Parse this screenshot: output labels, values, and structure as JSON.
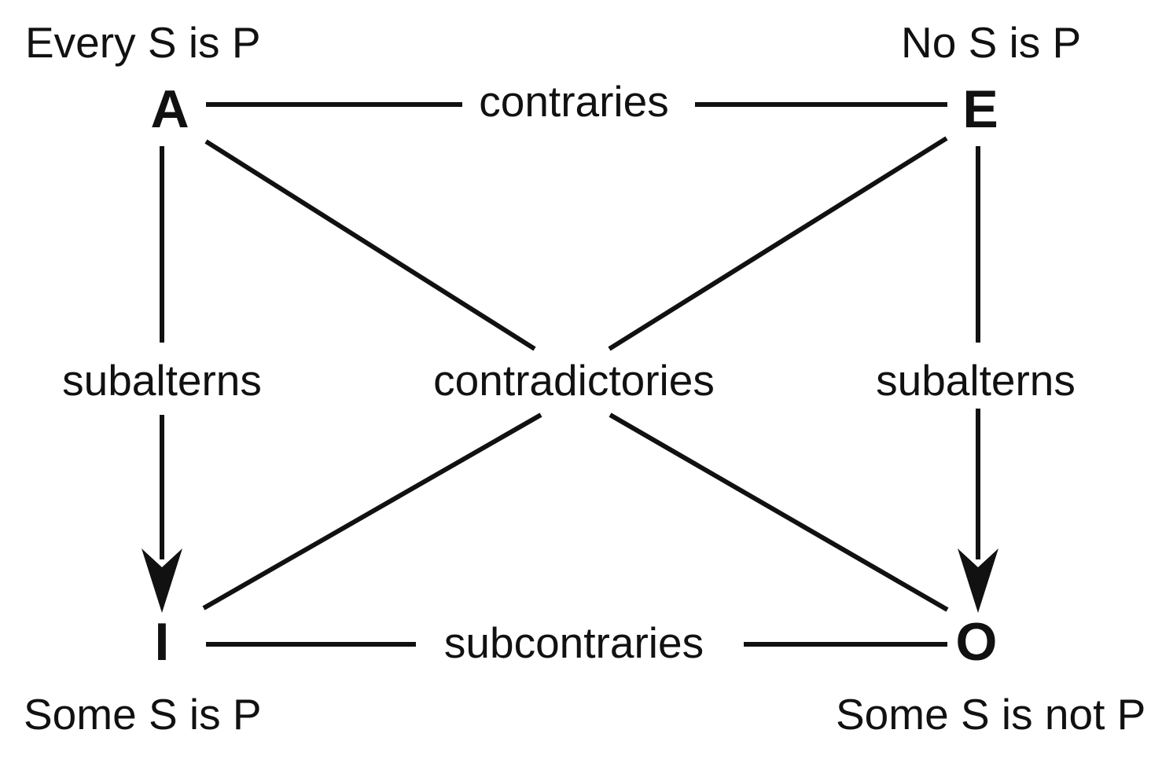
{
  "corners": {
    "a": {
      "letter": "A",
      "statement": "Every S is P"
    },
    "e": {
      "letter": "E",
      "statement": "No S is P"
    },
    "i": {
      "letter": "I",
      "statement": "Some S is P"
    },
    "o": {
      "letter": "O",
      "statement": "Some S is not P"
    }
  },
  "relations": {
    "top": "contraries",
    "bottom": "subcontraries",
    "left": "subalterns",
    "right": "subalterns",
    "center": "contradictories"
  },
  "colors": {
    "ink": "#111111",
    "background": "#ffffff"
  }
}
